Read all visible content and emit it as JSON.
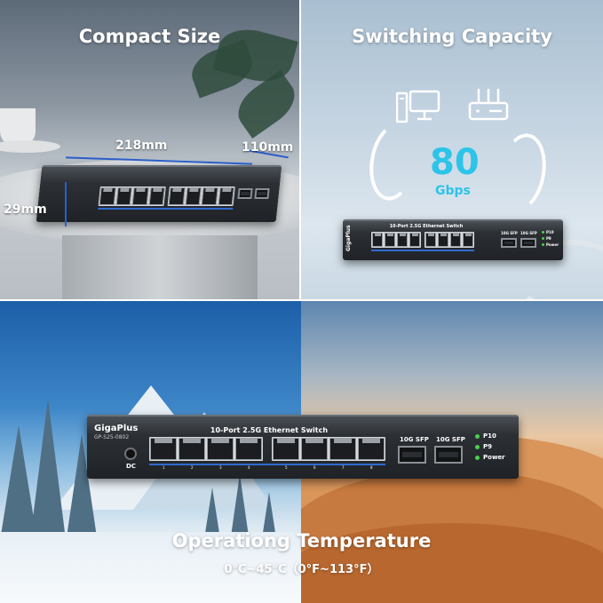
{
  "panels": {
    "compact": {
      "title": "Compact Size",
      "width": "218mm",
      "depth": "110mm",
      "height": "29mm"
    },
    "capacity": {
      "title": "Switching Capacity",
      "value": "80",
      "unit": "Gbps",
      "icons": [
        "computer-icon",
        "router-icon"
      ]
    },
    "temperature": {
      "title": "Operationg Temperature",
      "range": "0°C~45°C（0°F~113°F）"
    }
  },
  "device": {
    "brand": "GigaPlus",
    "model": "GP-S25-0802",
    "title": "10-Port 2.5G Ethernet Switch",
    "sfp1": "10G SFP",
    "sfp2": "10G SFP",
    "status": [
      "P10",
      "P9",
      "Power"
    ],
    "dc": "DC",
    "port_numbers": [
      "1",
      "2",
      "3",
      "4",
      "5",
      "6",
      "7",
      "8"
    ]
  },
  "colors": {
    "capacity_accent": "#2cc4e8",
    "dimension_line": "#2b5fc9",
    "led_green": "#4ad04c"
  }
}
